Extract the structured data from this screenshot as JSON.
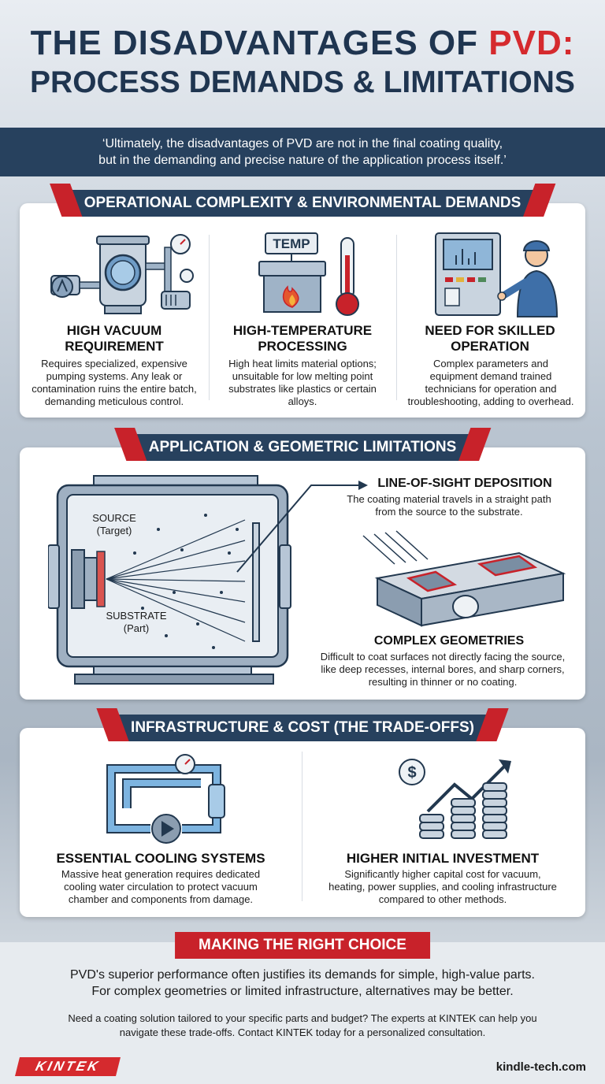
{
  "header": {
    "title_part1": "THE DISADVANTAGES OF ",
    "title_accent": "PVD:",
    "subtitle": "PROCESS DEMANDS & LIMITATIONS"
  },
  "quote": {
    "line1": "‘Ultimately, the disadvantages of PVD are not in the final coating quality,",
    "line2": "but in the demanding and precise nature of the application process itself.’"
  },
  "section1": {
    "banner": "OPERATIONAL COMPLEXITY & ENVIRONMENTAL DEMANDS",
    "items": [
      {
        "title1": "HIGH VACUUM",
        "title2": "REQUIREMENT",
        "text": [
          "Requires specialized, expensive",
          "pumping systems. Any leak or",
          "contamination ruins the entire batch,",
          "demanding meticulous control."
        ]
      },
      {
        "title1": "HIGH-TEMPERATURE",
        "title2": "PROCESSING",
        "text": [
          "High heat limits material options;",
          "unsuitable for low melting point",
          "substrates like plastics or certain",
          "alloys."
        ],
        "icon_label": "TEMP"
      },
      {
        "title1": "NEED FOR SKILLED",
        "title2": "OPERATION",
        "text": [
          "Complex parameters and",
          "equipment demand trained",
          "technicians for operation and",
          "troubleshooting, adding to overhead."
        ]
      }
    ]
  },
  "section2": {
    "banner": "APPLICATION & GEOMETRIC LIMITATIONS",
    "source_label": "SOURCE",
    "source_sub": "(Target)",
    "substrate_label": "SUBSTRATE",
    "substrate_sub": "(Part)",
    "los_title": "LINE-OF-SIGHT DEPOSITION",
    "los_text": [
      "The coating material travels in a straight path",
      "from the source to the substrate."
    ],
    "complex_title": "COMPLEX GEOMETRIES",
    "complex_text": [
      "Difficult to coat surfaces not directly facing the source,",
      "like deep recesses, internal bores, and sharp corners,",
      "resulting in thinner or no coating."
    ]
  },
  "section3": {
    "banner": "INFRASTRUCTURE & COST (THE TRADE-OFFS)",
    "items": [
      {
        "title": "ESSENTIAL COOLING SYSTEMS",
        "text": [
          "Massive heat generation requires dedicated",
          "cooling water circulation to protect vacuum",
          "chamber and components from damage."
        ]
      },
      {
        "title": "HIGHER INITIAL INVESTMENT",
        "text": [
          "Significantly higher capital cost for vacuum,",
          "heating, power supplies, and cooling infrastructure",
          "compared to other methods."
        ],
        "icon_symbol": "$"
      }
    ]
  },
  "choice": {
    "banner": "MAKING THE RIGHT CHOICE",
    "line1": "PVD's superior performance often justifies its demands for simple, high-value parts.",
    "line2": "For complex geometries or limited infrastructure, alternatives may be better.",
    "cta1": "Need a coating solution tailored to your specific parts and budget? The experts at KINTEK can help you",
    "cta2": "navigate these trade-offs. Contact KINTEK today for a personalized consultation."
  },
  "footer": {
    "logo": "KINTEK",
    "site": "kindle-tech.com"
  },
  "colors": {
    "navy": "#27415e",
    "red": "#c8222a",
    "accent": "#d52a2e"
  }
}
